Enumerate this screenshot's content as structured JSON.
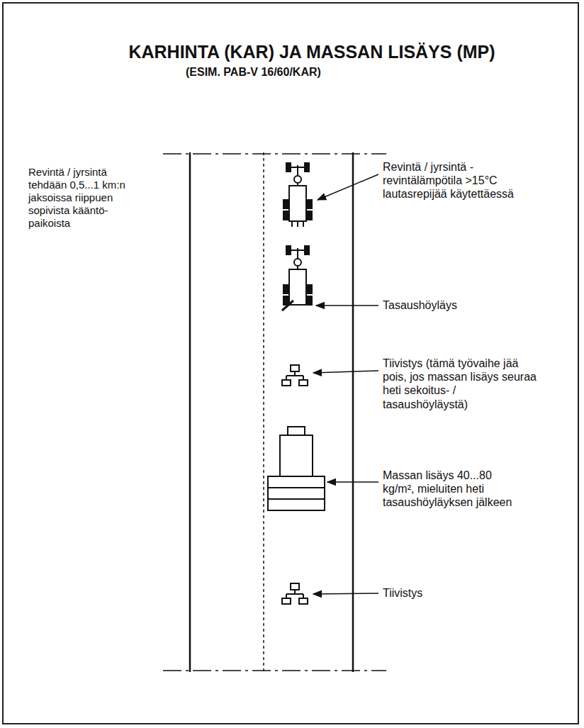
{
  "diagram": {
    "title": "KARHINTA (KAR) JA MASSAN LISÄYS (MP)",
    "labels": [
      "(ESIM. PAB-V 16/60/KAR)",
      "Revintä / jyrsintä tehdään 0,5...1 km:n jaksoissa riippuen sopivista kääntö- paikoista",
      "Revintä / jyrsintä -revintälämpötila >15°C lautasrepijää käytettäessä",
      "Tasaushöyläys",
      "Tiivistys (tämä työvaihe jää pois, jos massan lisäys seuraa heti sekoitus- / tasaushöyläystä)",
      "Massan lisäys 40...80 kg/m², mieluiten heti tasaushöyläyksen jälkeen",
      "Tiivistys"
    ]
  }
}
